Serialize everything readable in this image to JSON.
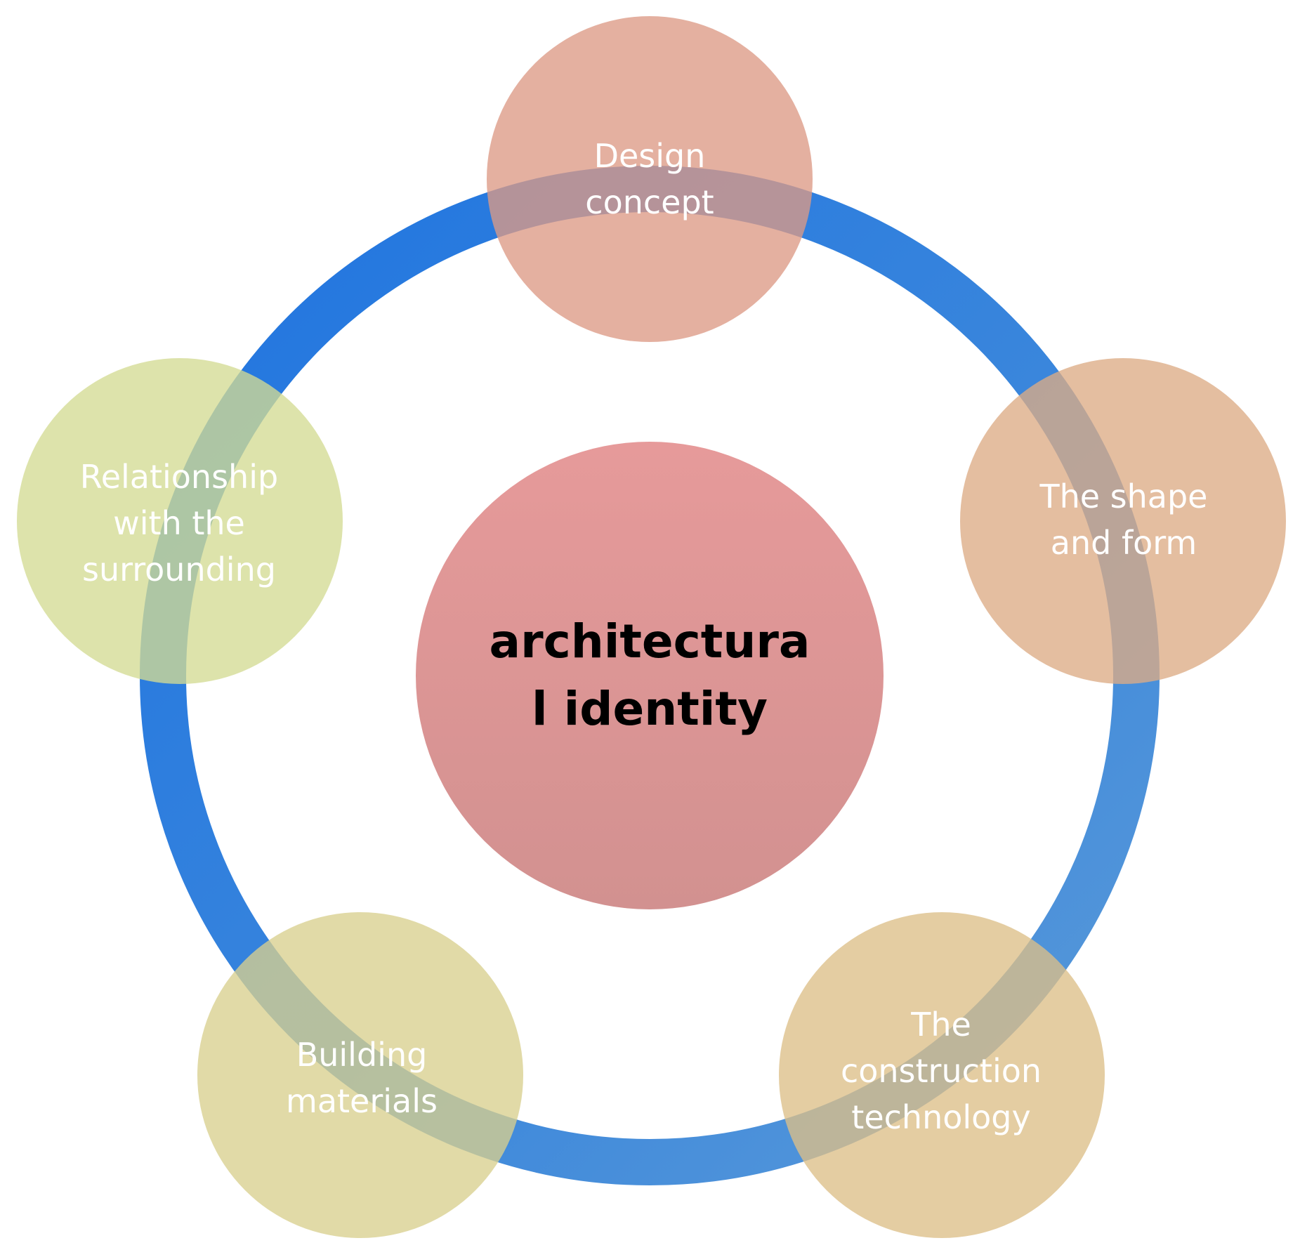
{
  "center": {
    "label": "architectura\nl identity",
    "color": "#de8f92"
  },
  "ring": {
    "color": "#2f7fdc"
  },
  "nodes": [
    {
      "id": "design-concept",
      "label": "Design\nconcept",
      "color": "#dd9a85"
    },
    {
      "id": "shape-and-form",
      "label": "The shape\nand form",
      "color": "#dcac85"
    },
    {
      "id": "construction-technology",
      "label": "The\nconstruction\ntechnology",
      "color": "#dcbf88"
    },
    {
      "id": "building-materials",
      "label": "Building\nmaterials",
      "color": "#d9d08e"
    },
    {
      "id": "relationship-surrounding",
      "label": "Relationship\nwith the\nsurrounding",
      "color": "#d3db94"
    }
  ]
}
